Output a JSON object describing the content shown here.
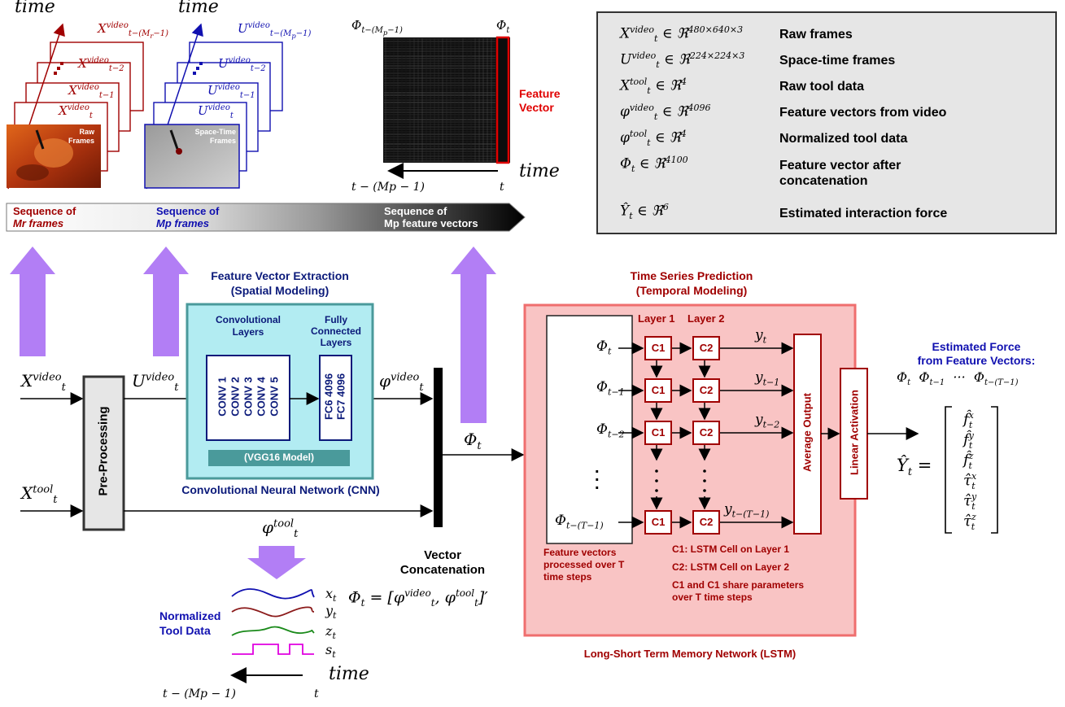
{
  "colors": {
    "red": "#a00000",
    "blue": "#1010b0",
    "navy": "#0b1a7a",
    "purple": "#b27ef5",
    "cyan": "#b2ecf2",
    "teal": "#4a9a9b",
    "pink": "#f9c4c4",
    "pinkborder": "#ef6e6e",
    "gray": "#e6e6e6"
  },
  "top": {
    "time_left": "time",
    "time_mid": "time",
    "raw_frames_label": "Raw Frames",
    "st_frames_label": "Space-Time Frames",
    "feature_vector_label": "Feature Vector",
    "phi_left": "Φt−(Mp−1)",
    "phi_right": "Φt",
    "time_matrix": "time",
    "t_left_matrix": "t − (Mp − 1)",
    "t_right_matrix": "t"
  },
  "banner": {
    "seg1_line1": "Sequence of",
    "seg1_line2": "Mr frames",
    "seg2_line1": "Sequence of",
    "seg2_line2": "Mp frames",
    "seg3_line1": "Sequence of",
    "seg3_line2": "Mp feature vectors"
  },
  "legend": [
    {
      "sym": "Xt video ∈ ℜ480×640×3",
      "desc": "Raw frames"
    },
    {
      "sym": "Ut video ∈ ℜ224×224×3",
      "desc": "Space-time frames"
    },
    {
      "sym": "Xt tool ∈ ℜ4",
      "desc": "Raw tool data"
    },
    {
      "sym": "φt video ∈ ℜ4096",
      "desc": "Feature vectors from video"
    },
    {
      "sym": "φt tool ∈ ℜ4",
      "desc": "Normalized tool data"
    },
    {
      "sym": "Φt ∈ ℜ4100",
      "desc": "Feature vector after concatenation"
    },
    {
      "sym": "Ŷt ∈ ℜ6",
      "desc": "Estimated interaction force"
    }
  ],
  "cnn": {
    "title1": "Feature Vector Extraction",
    "title2": "(Spatial Modeling)",
    "conv_title": "Convolutional Layers",
    "fc_title": "Fully Connected Layers",
    "convs": [
      "CONV 1",
      "CONV 2",
      "CONV 3",
      "CONV 4",
      "CONV 5"
    ],
    "fcs": [
      "FC6 4096",
      "FC7 4096"
    ],
    "model": "(VGG16 Model)",
    "caption": "Convolutional Neural Network (CNN)"
  },
  "preprocessing": "Pre-Processing",
  "inputs": {
    "x_video": "Xt video",
    "u_video": "Ut video",
    "x_tool": "Xt tool",
    "phi_video": "φt video",
    "phi_tool": "φt tool",
    "phi_t": "Φt"
  },
  "concat": {
    "line1": "Vector",
    "line2": "Concatenation",
    "formula": "Φt = [φt video, φt tool]′"
  },
  "tool": {
    "label1": "Normalized",
    "label2": "Tool Data",
    "series": [
      "xt",
      "yt",
      "zt",
      "st"
    ],
    "time": "time",
    "t_left": "t − (Mp − 1)",
    "t_right": "t"
  },
  "lstm": {
    "title1": "Time Series Prediction",
    "title2": "(Temporal Modeling)",
    "layer1": "Layer 1",
    "layer2": "Layer 2",
    "inputs": [
      "Φt",
      "Φt−1",
      "Φt−2",
      "Φt−(T−1)"
    ],
    "outputs": [
      "yt",
      "yt−1",
      "yt−2",
      "yt−(T−1)"
    ],
    "c1": "C1",
    "c2": "C2",
    "avg": "Average Output",
    "linear": "Linear Activation",
    "note_left": "Feature vectors processed over T time steps",
    "note1": "C1: LSTM Cell on Layer 1",
    "note2": "C2: LSTM Cell on Layer 2",
    "note3": "C1 and C1 share parameters over T time steps",
    "caption": "Long-Short Term Memory Network (LSTM)"
  },
  "output": {
    "title1": "Estimated Force",
    "title2": "from Feature Vectors:",
    "phis": "Φt  Φt−1  ···  Φt−(T−1)",
    "yhat": "Ŷt =",
    "vector": [
      "f̂x",
      "f̂y",
      "f̂z",
      "τ̂x",
      "τ̂y",
      "τ̂z"
    ]
  }
}
